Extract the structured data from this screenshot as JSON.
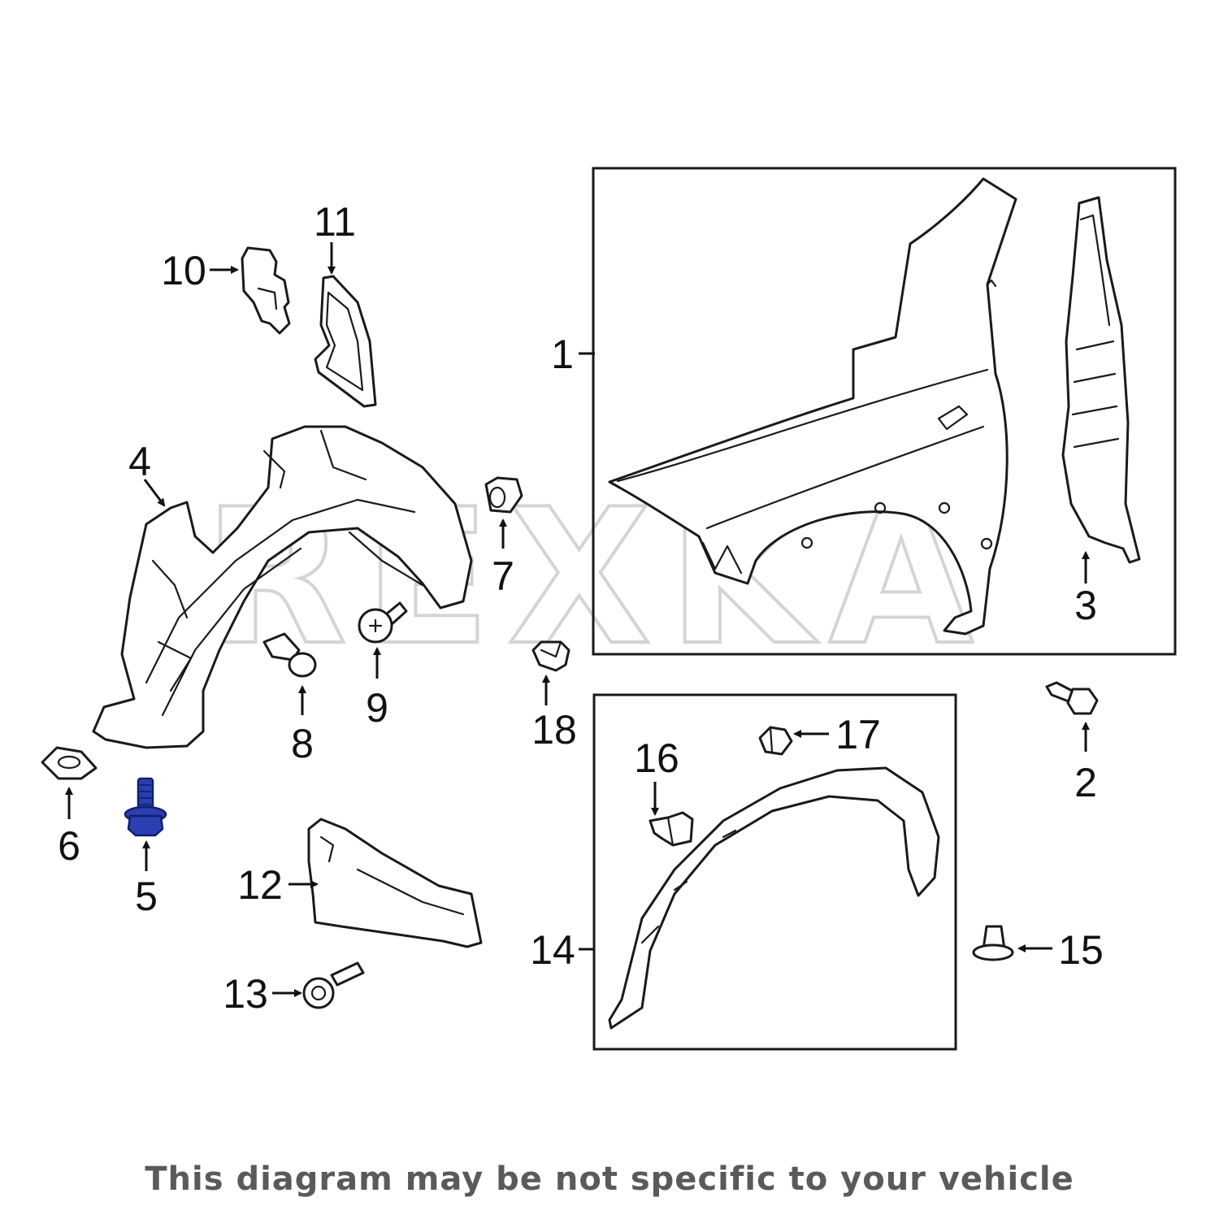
{
  "watermark": "REXKA",
  "disclaimer": "This diagram may be not specific to your vehicle",
  "highlight_color": "#2a3fb0",
  "callouts": {
    "c1": "1",
    "c2": "2",
    "c3": "3",
    "c4": "4",
    "c5": "5",
    "c6": "6",
    "c7": "7",
    "c8": "8",
    "c9": "9",
    "c10": "10",
    "c11": "11",
    "c12": "12",
    "c13": "13",
    "c14": "14",
    "c15": "15",
    "c16": "16",
    "c17": "17",
    "c18": "18"
  }
}
